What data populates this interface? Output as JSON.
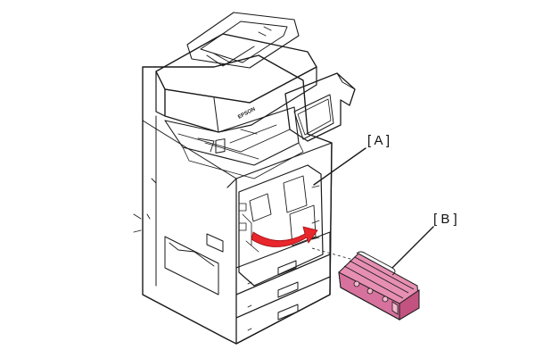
{
  "callouts": {
    "a": "[ A ]",
    "b": "[ B ]"
  },
  "brand_mark": "EPSON",
  "colors": {
    "line": "#1a1a1a",
    "body_fill": "#ffffff",
    "arrow": "#e8262b",
    "ink_pack": "#e78fb3",
    "ink_pack_dark": "#c2527f"
  },
  "icons": {
    "arrow": "curved-rotation-arrow",
    "part_b": "ink-pack-assembly"
  }
}
